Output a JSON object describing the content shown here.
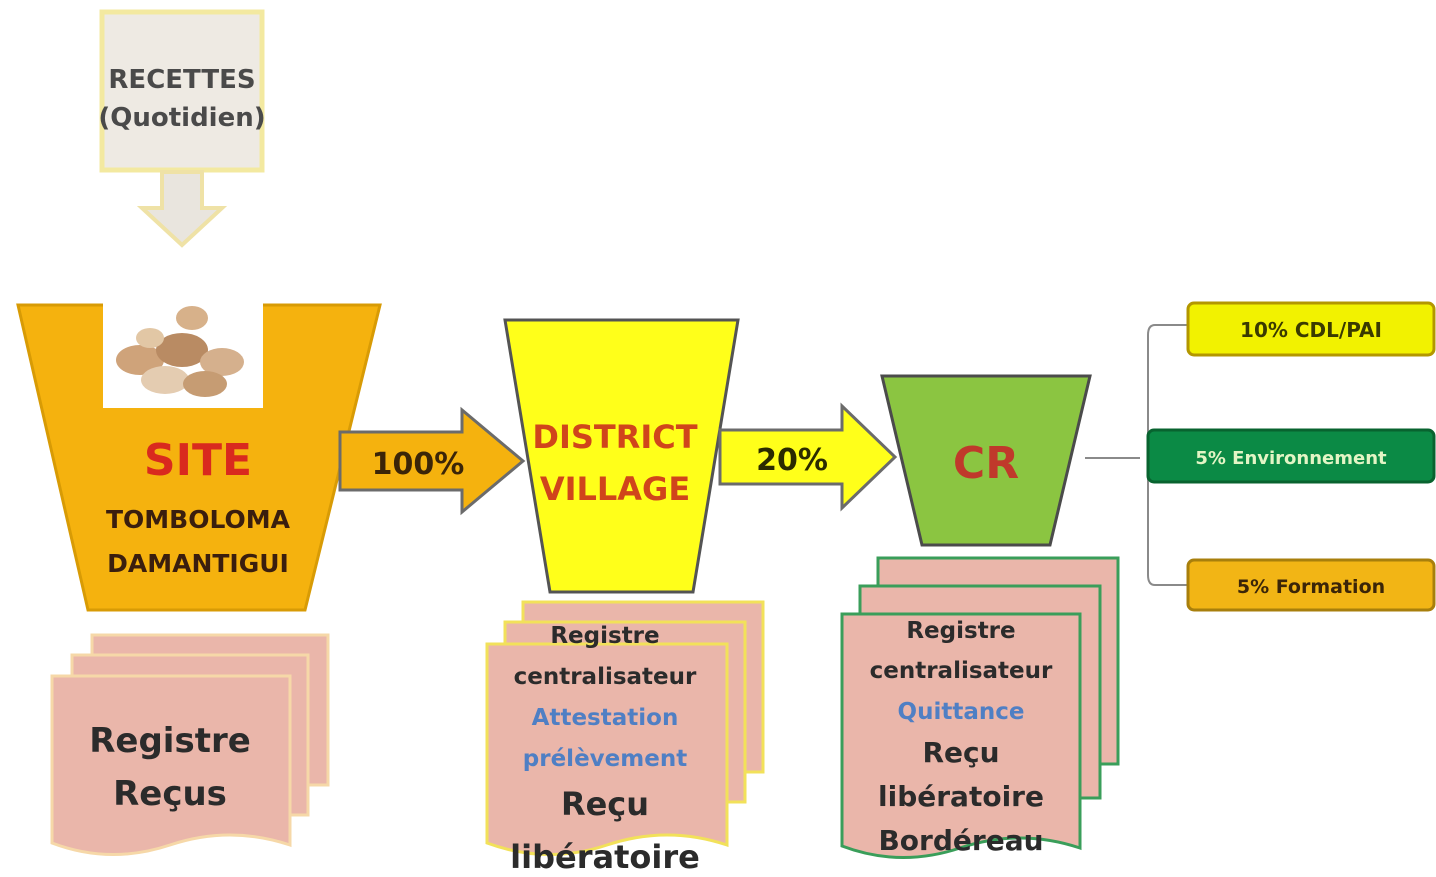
{
  "recettes": {
    "line1": "RECETTES",
    "line2": "(Quotidien)"
  },
  "site": {
    "title": "SITE",
    "line1": "TOMBOLOMA",
    "line2": "DAMANTIGUI",
    "image": "peanut-pile"
  },
  "arrow1": {
    "label": "100%"
  },
  "district": {
    "line1": "DISTRICT",
    "line2": "VILLAGE"
  },
  "arrow2": {
    "label": "20%"
  },
  "cr": {
    "label": "CR"
  },
  "outputs": [
    {
      "label": "10% CDL/PAI",
      "color": "#f2f200"
    },
    {
      "label": "5% Environnement",
      "color": "#0b8a45"
    },
    {
      "label": "5% Formation",
      "color": "#f2b515"
    }
  ],
  "docs_site": {
    "line1": "Registre",
    "line2": "Reçus"
  },
  "docs_district": {
    "line1": "Registre",
    "line2": "centralisateur",
    "line3": "Attestation",
    "line4": "prélèvement",
    "line5": "Reçu",
    "line6": "libératoire"
  },
  "docs_cr": {
    "line1": "Registre",
    "line2": "centralisateur",
    "line3": "Quittance",
    "line4": "Reçu",
    "line5": "libératoire",
    "line6": "Bordéreau"
  },
  "colors": {
    "orange": "#f5b20e",
    "yellow": "#ffff1a",
    "green": "#8bc541",
    "pink": "#e6b5ae",
    "blue_text": "#4f7fc4",
    "dark_red": "#c0392b"
  }
}
